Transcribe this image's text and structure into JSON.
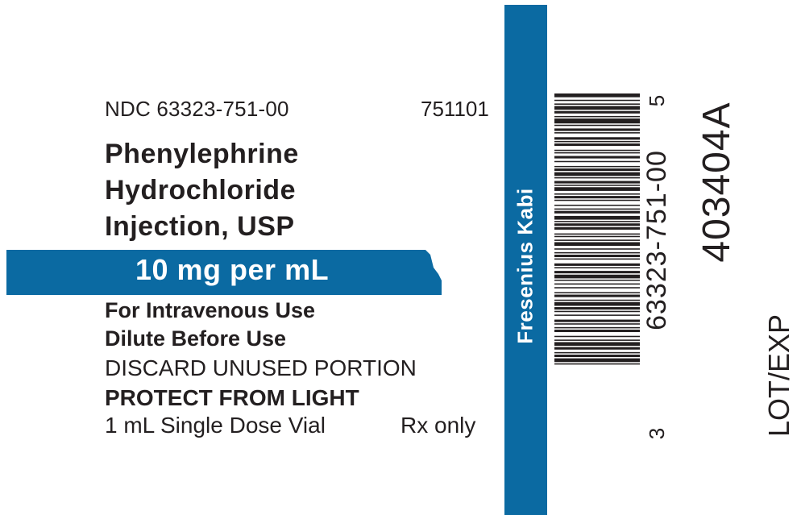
{
  "label": {
    "ndc": "NDC 63323-751-00",
    "item_number": "751101",
    "drug_name": [
      "Phenylephrine",
      "Hydrochloride",
      "Injection, USP"
    ],
    "strength": "10 mg per mL",
    "route": "For Intravenous Use",
    "dilute": "Dilute Before Use",
    "discard": "DISCARD UNUSED PORTION",
    "protect": "PROTECT FROM LIGHT",
    "vial": "1 mL Single Dose Vial",
    "rx": "Rx only",
    "manufacturer": "Fresenius Kabi",
    "barcode": {
      "start_digit": "3",
      "main_digits": "63323-751-00",
      "end_digit": "5"
    },
    "label_code": "403404A",
    "lot_exp": "LOT/EXP"
  },
  "colors": {
    "brand_blue": "#0b6aa2",
    "text": "#231f20",
    "background": "#ffffff"
  }
}
